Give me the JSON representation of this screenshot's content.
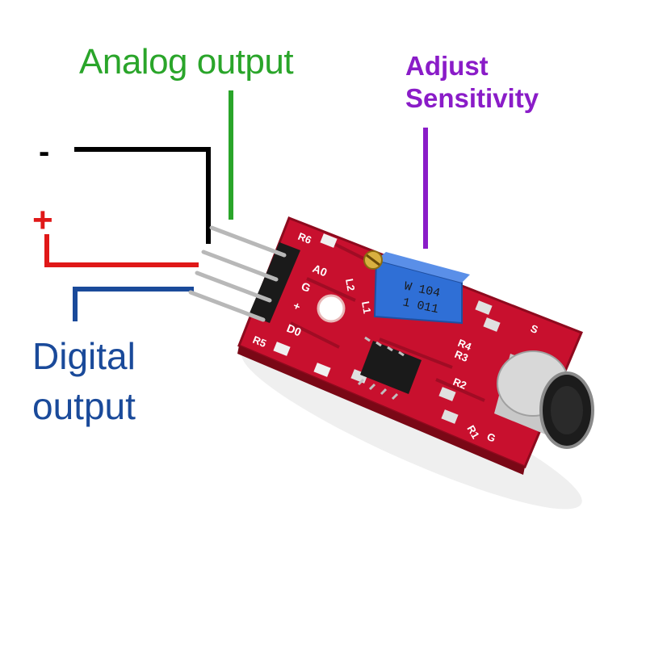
{
  "callouts": {
    "analog": {
      "text": "Analog output",
      "color": "#2aa52a"
    },
    "adjust": {
      "line1": "Adjust",
      "line2": "Sensitivity",
      "color": "#8a1cc8"
    },
    "digital": {
      "line1": "Digital",
      "line2": "output",
      "color": "#1a4a9a"
    },
    "ground": {
      "text": "-",
      "color": "#000000"
    },
    "power": {
      "text": "+",
      "color": "#e01818"
    }
  },
  "board": {
    "pin_labels": [
      "A0",
      "G",
      "+",
      "D0"
    ],
    "component_labels": [
      "R6",
      "R5",
      "R4",
      "R3",
      "R2",
      "R1",
      "L2",
      "L1",
      "S",
      "G"
    ],
    "potentiometer_marking": [
      "W 104",
      "1 011"
    ],
    "pcb_color": "#c8102e"
  }
}
